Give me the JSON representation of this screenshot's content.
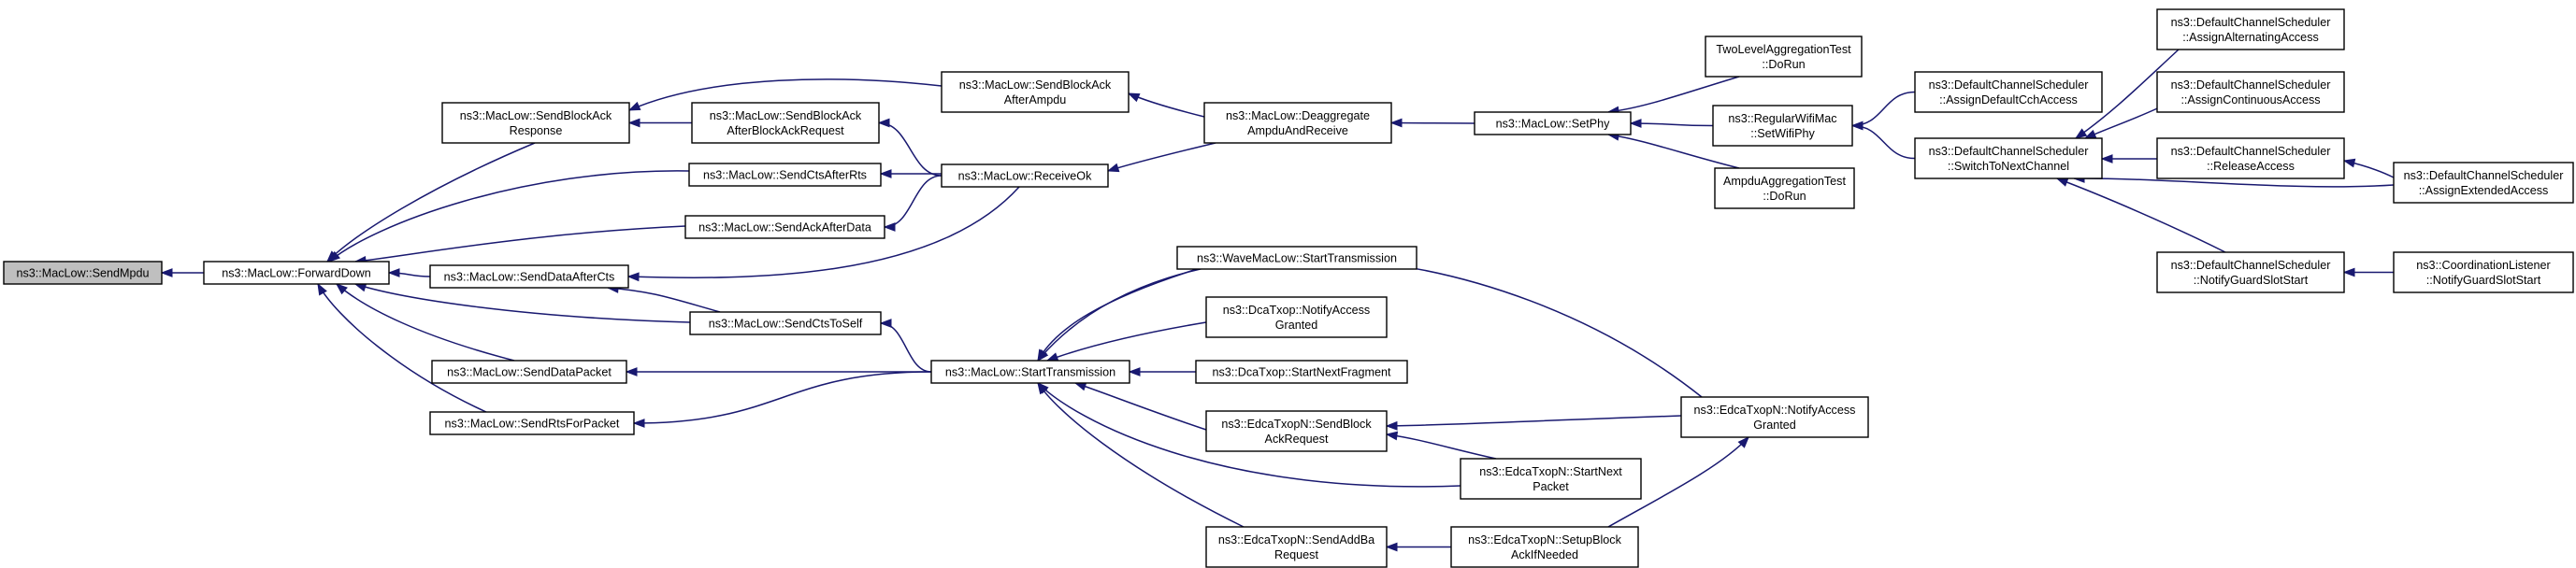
{
  "graph": {
    "colors": {
      "edge": "#191970",
      "root_fill": "#bfbfbf",
      "node_fill": "#ffffff",
      "border": "#000000"
    },
    "nodes": [
      {
        "id": "sendmpdu",
        "lines": [
          "ns3::MacLow::SendMpdu"
        ],
        "root": true
      },
      {
        "id": "forwarddown",
        "lines": [
          "ns3::MacLow::ForwardDown"
        ]
      },
      {
        "id": "sendblockackresponse",
        "lines": [
          "ns3::MacLow::SendBlockAck",
          "Response"
        ]
      },
      {
        "id": "sendblockackafterblockackrequest",
        "lines": [
          "ns3::MacLow::SendBlockAck",
          "AfterBlockAckRequest"
        ]
      },
      {
        "id": "sendblockackafterampdu",
        "lines": [
          "ns3::MacLow::SendBlockAck",
          "AfterAmpdu"
        ]
      },
      {
        "id": "deaggregate",
        "lines": [
          "ns3::MacLow::Deaggregate",
          "AmpduAndReceive"
        ]
      },
      {
        "id": "setphy",
        "lines": [
          "ns3::MacLow::SetPhy"
        ]
      },
      {
        "id": "twolevelaggregation",
        "lines": [
          "TwoLevelAggregationTest",
          "::DoRun"
        ]
      },
      {
        "id": "regularwifimac",
        "lines": [
          "ns3::RegularWifiMac",
          "::SetWifiPhy"
        ]
      },
      {
        "id": "ampduaggregation",
        "lines": [
          "AmpduAggregationTest",
          "::DoRun"
        ]
      },
      {
        "id": "assigndefaultcch",
        "lines": [
          "ns3::DefaultChannelScheduler",
          "::AssignDefaultCchAccess"
        ]
      },
      {
        "id": "switchtonextchannel",
        "lines": [
          "ns3::DefaultChannelScheduler",
          "::SwitchToNextChannel"
        ]
      },
      {
        "id": "assignalternating",
        "lines": [
          "ns3::DefaultChannelScheduler",
          "::AssignAlternatingAccess"
        ]
      },
      {
        "id": "assigncontinuous",
        "lines": [
          "ns3::DefaultChannelScheduler",
          "::AssignContinuousAccess"
        ]
      },
      {
        "id": "releaseaccess",
        "lines": [
          "ns3::DefaultChannelScheduler",
          "::ReleaseAccess"
        ]
      },
      {
        "id": "assignextended",
        "lines": [
          "ns3::DefaultChannelScheduler",
          "::AssignExtendedAccess"
        ]
      },
      {
        "id": "notifyguardslotstart",
        "lines": [
          "ns3::DefaultChannelScheduler",
          "::NotifyGuardSlotStart"
        ]
      },
      {
        "id": "coordinationlistener",
        "lines": [
          "ns3::CoordinationListener",
          "::NotifyGuardSlotStart"
        ]
      },
      {
        "id": "sendctsafterrts",
        "lines": [
          "ns3::MacLow::SendCtsAfterRts"
        ]
      },
      {
        "id": "receiveok",
        "lines": [
          "ns3::MacLow::ReceiveOk"
        ]
      },
      {
        "id": "sendackafterdata",
        "lines": [
          "ns3::MacLow::SendAckAfterData"
        ]
      },
      {
        "id": "senddataafterctsnode",
        "lines": [
          "ns3::MacLow::SendDataAfterCts"
        ]
      },
      {
        "id": "sendctstoself",
        "lines": [
          "ns3::MacLow::SendCtsToSelf"
        ]
      },
      {
        "id": "senddatapacket",
        "lines": [
          "ns3::MacLow::SendDataPacket"
        ]
      },
      {
        "id": "sendrtsforpacket",
        "lines": [
          "ns3::MacLow::SendRtsForPacket"
        ]
      },
      {
        "id": "starttransmission",
        "lines": [
          "ns3::MacLow::StartTransmission"
        ]
      },
      {
        "id": "wavemaclow",
        "lines": [
          "ns3::WaveMacLow::StartTransmission"
        ]
      },
      {
        "id": "dcatxopnotify",
        "lines": [
          "ns3::DcaTxop::NotifyAccess",
          "Granted"
        ]
      },
      {
        "id": "dcatxopstartnext",
        "lines": [
          "ns3::DcaTxop::StartNextFragment"
        ]
      },
      {
        "id": "edcasendblockack",
        "lines": [
          "ns3::EdcaTxopN::SendBlock",
          "AckRequest"
        ]
      },
      {
        "id": "edcasendaddba",
        "lines": [
          "ns3::EdcaTxopN::SendAddBa",
          "Request"
        ]
      },
      {
        "id": "edcanotifyaccess",
        "lines": [
          "ns3::EdcaTxopN::NotifyAccess",
          "Granted"
        ]
      },
      {
        "id": "edcastartnext",
        "lines": [
          "ns3::EdcaTxopN::StartNext",
          "Packet"
        ]
      },
      {
        "id": "edcasetupblock",
        "lines": [
          "ns3::EdcaTxopN::SetupBlock",
          "AckIfNeeded"
        ]
      }
    ],
    "edges": [
      {
        "from": "forwarddown",
        "to": "sendmpdu"
      },
      {
        "from": "sendblockackresponse",
        "to": "forwarddown"
      },
      {
        "from": "sendctsafterrts",
        "to": "forwarddown"
      },
      {
        "from": "sendackafterdata",
        "to": "forwarddown"
      },
      {
        "from": "senddataafterctsnode",
        "to": "forwarddown"
      },
      {
        "from": "sendctstoself",
        "to": "forwarddown"
      },
      {
        "from": "senddatapacket",
        "to": "forwarddown"
      },
      {
        "from": "sendrtsforpacket",
        "to": "forwarddown"
      },
      {
        "from": "sendblockackafterampdu",
        "to": "sendblockackresponse"
      },
      {
        "from": "sendblockackafterblockackrequest",
        "to": "sendblockackresponse"
      },
      {
        "from": "receiveok",
        "to": "sendblockackafterblockackrequest"
      },
      {
        "from": "deaggregate",
        "to": "sendblockackafterampdu"
      },
      {
        "from": "deaggregate",
        "to": "receiveok"
      },
      {
        "from": "setphy",
        "to": "deaggregate"
      },
      {
        "from": "twolevelaggregation",
        "to": "setphy"
      },
      {
        "from": "regularwifimac",
        "to": "setphy"
      },
      {
        "from": "ampduaggregation",
        "to": "setphy"
      },
      {
        "from": "assigndefaultcch",
        "to": "regularwifimac"
      },
      {
        "from": "switchtonextchannel",
        "to": "regularwifimac"
      },
      {
        "from": "assignalternating",
        "to": "switchtonextchannel"
      },
      {
        "from": "assigncontinuous",
        "to": "switchtonextchannel"
      },
      {
        "from": "releaseaccess",
        "to": "switchtonextchannel"
      },
      {
        "from": "assignextended",
        "to": "switchtonextchannel"
      },
      {
        "from": "assignextended",
        "to": "releaseaccess"
      },
      {
        "from": "notifyguardslotstart",
        "to": "switchtonextchannel"
      },
      {
        "from": "coordinationlistener",
        "to": "notifyguardslotstart"
      },
      {
        "from": "receiveok",
        "to": "sendctsafterrts"
      },
      {
        "from": "receiveok",
        "to": "sendackafterdata"
      },
      {
        "from": "receiveok",
        "to": "senddataafterctsnode"
      },
      {
        "from": "sendctstoself",
        "to": "senddataafterctsnode"
      },
      {
        "from": "starttransmission",
        "to": "sendctstoself"
      },
      {
        "from": "starttransmission",
        "to": "senddatapacket"
      },
      {
        "from": "starttransmission",
        "to": "sendrtsforpacket"
      },
      {
        "from": "wavemaclow",
        "to": "starttransmission"
      },
      {
        "from": "dcatxopnotify",
        "to": "starttransmission"
      },
      {
        "from": "dcatxopstartnext",
        "to": "starttransmission"
      },
      {
        "from": "edcasendblockack",
        "to": "starttransmission"
      },
      {
        "from": "edcasendaddba",
        "to": "starttransmission"
      },
      {
        "from": "edcanotifyaccess",
        "to": "starttransmission"
      },
      {
        "from": "edcastartnext",
        "to": "starttransmission"
      },
      {
        "from": "edcanotifyaccess",
        "to": "edcasendblockack"
      },
      {
        "from": "edcastartnext",
        "to": "edcasendblockack"
      },
      {
        "from": "edcasetupblock",
        "to": "edcasendaddba"
      },
      {
        "from": "edcasetupblock",
        "to": "edcanotifyaccess"
      }
    ]
  }
}
